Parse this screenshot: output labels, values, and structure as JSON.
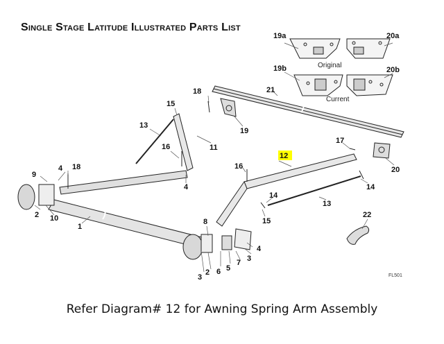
{
  "title": "Single Stage Latitude Illustrated Parts List",
  "caption": "Refer Diagram# 12 for Awning Spring Arm Assembly",
  "figure_code": "FL501",
  "inset": {
    "original_label": "Original",
    "current_label": "Current"
  },
  "highlight_color": "#ffff00",
  "parts": [
    {
      "id": "p1",
      "label": "1"
    },
    {
      "id": "p2a",
      "label": "2"
    },
    {
      "id": "p2b",
      "label": "2"
    },
    {
      "id": "p3a",
      "label": "3"
    },
    {
      "id": "p3b",
      "label": "3"
    },
    {
      "id": "p4a",
      "label": "4"
    },
    {
      "id": "p4b",
      "label": "4"
    },
    {
      "id": "p4c",
      "label": "4"
    },
    {
      "id": "p5",
      "label": "5"
    },
    {
      "id": "p6",
      "label": "6"
    },
    {
      "id": "p7",
      "label": "7"
    },
    {
      "id": "p8",
      "label": "8"
    },
    {
      "id": "p9",
      "label": "9"
    },
    {
      "id": "p10",
      "label": "10"
    },
    {
      "id": "p11",
      "label": "11"
    },
    {
      "id": "p12",
      "label": "12"
    },
    {
      "id": "p13a",
      "label": "13"
    },
    {
      "id": "p13b",
      "label": "13"
    },
    {
      "id": "p14a",
      "label": "14"
    },
    {
      "id": "p14b",
      "label": "14"
    },
    {
      "id": "p15a",
      "label": "15"
    },
    {
      "id": "p15b",
      "label": "15"
    },
    {
      "id": "p16a",
      "label": "16"
    },
    {
      "id": "p16b",
      "label": "16"
    },
    {
      "id": "p17",
      "label": "17"
    },
    {
      "id": "p18a",
      "label": "18"
    },
    {
      "id": "p18b",
      "label": "18"
    },
    {
      "id": "p19",
      "label": "19"
    },
    {
      "id": "p19a",
      "label": "19a"
    },
    {
      "id": "p19b",
      "label": "19b"
    },
    {
      "id": "p20",
      "label": "20"
    },
    {
      "id": "p20a",
      "label": "20a"
    },
    {
      "id": "p20b",
      "label": "20b"
    },
    {
      "id": "p21",
      "label": "21"
    },
    {
      "id": "p22",
      "label": "22"
    }
  ]
}
